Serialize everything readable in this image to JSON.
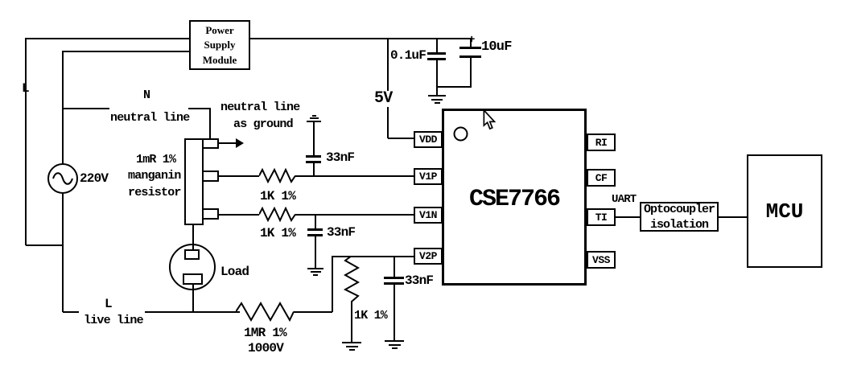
{
  "colors": {
    "background": "#ffffff",
    "ink": "#000000"
  },
  "power_supply_module": {
    "line1": "Power",
    "line2": "Supply",
    "line3": "Module"
  },
  "source": {
    "live_top": "L",
    "neutral_top": "N",
    "neutral_line": "neutral line",
    "voltage": "220V",
    "live_bottom": "L",
    "live_line": "live line"
  },
  "shunt": {
    "value": "1mR 1%",
    "material": "manganin",
    "type": "resistor",
    "note_line1": "neutral line",
    "note_line2": "as ground"
  },
  "load": {
    "label": "Load"
  },
  "filters": {
    "cap_v1p": "33nF",
    "cap_v1n": "33nF",
    "cap_v2p": "33nF",
    "r_v1p": "1K 1%",
    "r_v1n": "1K 1%",
    "r_v2p": "1K 1%",
    "r_live_value": "1MR 1%",
    "r_live_rating": "1000V"
  },
  "supply": {
    "rail": "5V",
    "cap1": "0.1uF",
    "cap2": "10uF",
    "plus": "+"
  },
  "chip": {
    "name": "CSE7766",
    "left_pins": [
      "VDD",
      "V1P",
      "V1N",
      "V2P"
    ],
    "right_pins": [
      "RI",
      "CF",
      "TI",
      "VSS"
    ]
  },
  "comm": {
    "bus": "UART",
    "opto_line1": "Optocoupler",
    "opto_line2": "isolation",
    "mcu": "MCU"
  }
}
